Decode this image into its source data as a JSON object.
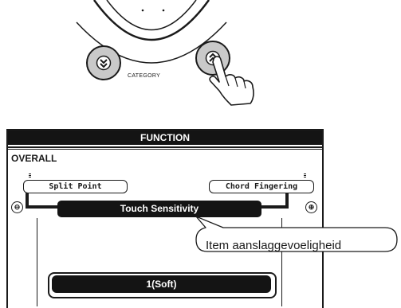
{
  "panel": {
    "category_label": "CATEGORY",
    "buttons": [
      {
        "name": "category-down",
        "glyph": "⯯"
      },
      {
        "name": "category-up",
        "glyph": "⯭"
      }
    ]
  },
  "lcd": {
    "header": "FUNCTION",
    "group": "OVERALL",
    "prev_item": "Split Point",
    "next_item": "Chord Fingering",
    "current_item": "Touch Sensitivity",
    "value": "1(Soft)",
    "left_arrow": "⊖",
    "right_arrow": "⊕"
  },
  "callout": {
    "text": "Item aanslaggevoeligheid"
  },
  "colors": {
    "lcd_dark": "#141414",
    "button_fill": "#c9c9c9",
    "line": "#1a1a1a"
  },
  "icons": [
    "down-double-chevron-icon",
    "up-double-chevron-icon",
    "pointing-hand-icon"
  ]
}
